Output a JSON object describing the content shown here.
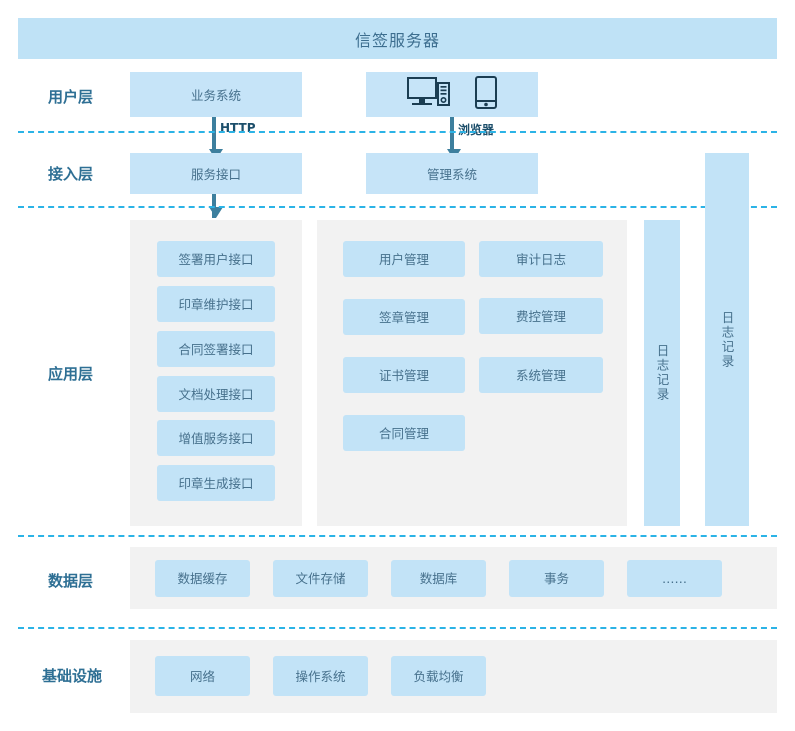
{
  "header": {
    "title": "信签服务器"
  },
  "layers": [
    {
      "key": "user",
      "label": "用户层"
    },
    {
      "key": "access",
      "label": "接入层"
    },
    {
      "key": "app",
      "label": "应用层"
    },
    {
      "key": "data",
      "label": "数据层"
    },
    {
      "key": "infra",
      "label": "基础设施"
    }
  ],
  "user_layer": {
    "business_system": "业务系统",
    "devices": {
      "desktop_icon": "desktop-computer-icon",
      "mobile_icon": "mobile-phone-icon"
    }
  },
  "connectors": [
    {
      "label": "HTTP",
      "from": "业务系统",
      "to": "服务接口"
    },
    {
      "label": "浏览器",
      "from": "设备",
      "to": "管理系统"
    },
    {
      "label": "",
      "from": "服务接口",
      "to": "应用层接口"
    }
  ],
  "access_layer": {
    "service_interface": "服务接口",
    "management_system": "管理系统"
  },
  "app_layer": {
    "interfaces": [
      "签署用户接口",
      "印章维护接口",
      "合同签署接口",
      "文档处理接口",
      "增值服务接口",
      "印章生成接口"
    ],
    "management_modules": [
      "用户管理",
      "审计日志",
      "签章管理",
      "费控管理",
      "证书管理",
      "系统管理",
      "合同管理"
    ],
    "log_columns": [
      "日志记录",
      "日志记录"
    ]
  },
  "data_layer": {
    "items": [
      "数据缓存",
      "文件存储",
      "数据库",
      "事务",
      "……"
    ]
  },
  "infra_layer": {
    "items": [
      "网络",
      "操作系统",
      "负载均衡"
    ]
  },
  "colors": {
    "banner_fill": "#bfe2f6",
    "card_fill": "#c2e3f7",
    "panel_fill": "#f2f2f2",
    "text_blue": "#46708c",
    "label_blue": "#2e6f94",
    "divider_cyan": "#2bb3e6",
    "arrow_blue": "#3d7f9e"
  }
}
